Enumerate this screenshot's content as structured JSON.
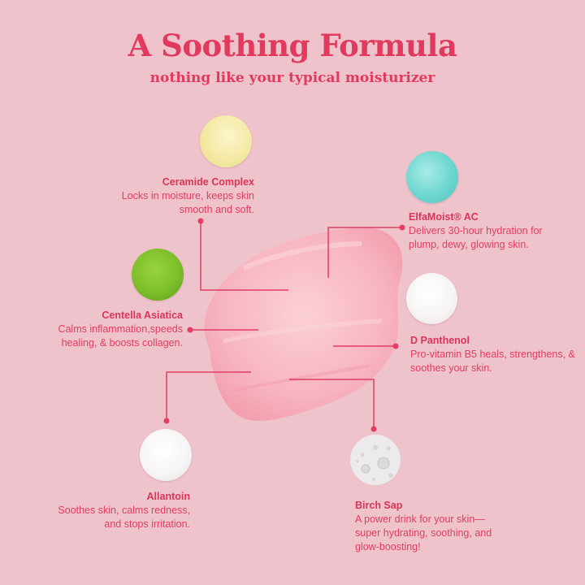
{
  "header": {
    "title": "A Soothing Formula",
    "subtitle": "nothing like your typical moisturizer"
  },
  "ingredients": [
    {
      "name": "Ceramide Complex",
      "desc": "Locks in moisture, keeps skin smooth and soft.",
      "swatch": "cream-icon",
      "color": "#f4eaa8"
    },
    {
      "name": "ElfaMoist® AC",
      "desc": "Delivers 30-hour hydration for plump, dewy, glowing skin.",
      "swatch": "aqua-gel-icon",
      "color": "#6dd6cf"
    },
    {
      "name": "Centella Asiatica",
      "desc": "Calms inflammation,speeds healing, & boosts collagen.",
      "swatch": "green-herb-icon",
      "color": "#7cbf2a"
    },
    {
      "name": "D Panthenol",
      "desc": "Pro-vitamin B5 heals, strengthens, & soothes your skin.",
      "swatch": "clear-drop-icon",
      "color": "#f7f3f3"
    },
    {
      "name": "Allantoin",
      "desc": "Soothes skin, calms redness, and stops irritation.",
      "swatch": "white-powder-icon",
      "color": "#f6f4f4"
    },
    {
      "name": "Birch Sap",
      "desc": "A power drink for your skin—super hydrating, soothing, and glow-boosting!",
      "swatch": "water-droplets-icon",
      "color": "#eceaea"
    }
  ],
  "colors": {
    "background": "#efc3cb",
    "accent": "#e2395f",
    "cream_swatch": "#f7aab8"
  }
}
